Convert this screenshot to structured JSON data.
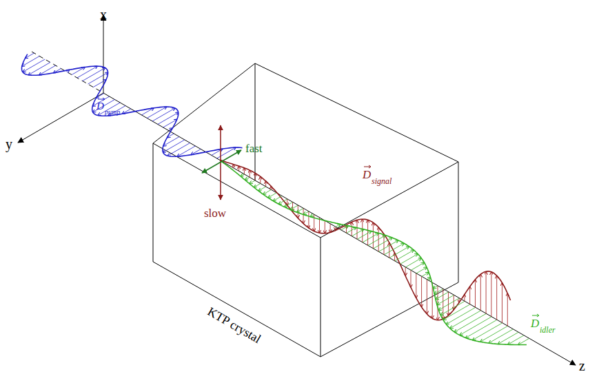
{
  "diagram": {
    "labels": [
      "x",
      "y",
      "z",
      "D",
      "pump",
      "fast",
      "slow",
      "D",
      "signal",
      "D",
      "idler",
      "KTP crystal"
    ]
  }
}
